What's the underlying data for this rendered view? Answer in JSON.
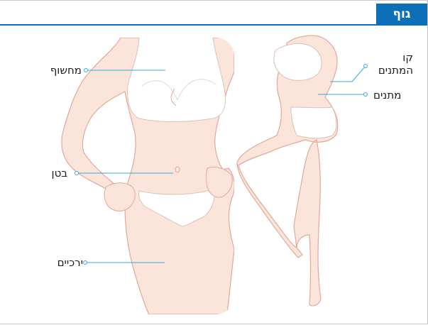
{
  "title": "גוף",
  "labels": {
    "chest": "מחשוף",
    "belly": "בטן",
    "thighs": "ירכיים",
    "waistline": "קו המתנים",
    "waist": "מתנים"
  },
  "colors": {
    "accent": "#0d6fb8",
    "skin": "#fbe4da",
    "outline": "#e0a99a",
    "underwear": "#ffffff",
    "leader": "#39a9de"
  }
}
